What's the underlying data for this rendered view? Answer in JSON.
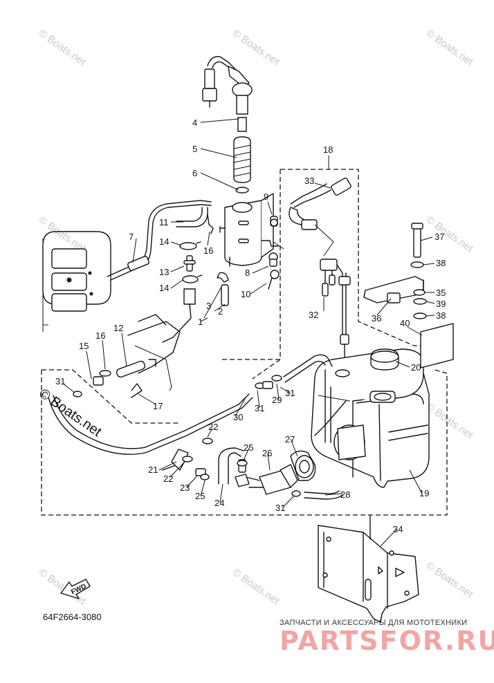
{
  "watermarks": [
    {
      "text": "© Boats.net",
      "angle": 35
    },
    {
      "text": "© Boats.net",
      "angle": 35
    },
    {
      "text": "© Boats.net",
      "angle": 35
    },
    {
      "text": "© Boats.net",
      "angle": 35
    },
    {
      "text": "© Boats.net",
      "angle": 35
    },
    {
      "text": "© Boats.net",
      "angle": 35
    },
    {
      "text": "© Boats.net",
      "angle": 35
    },
    {
      "text": "© Boats.net",
      "angle": 35
    }
  ],
  "watermark_main": "© Boats.net",
  "callouts": [
    "1",
    "2",
    "3",
    "4",
    "5",
    "6",
    "7",
    "8",
    "9",
    "10",
    "11",
    "12",
    "13",
    "14",
    "14",
    "15",
    "16",
    "16",
    "17",
    "18",
    "19",
    "20",
    "21",
    "22",
    "22",
    "23",
    "24",
    "25",
    "25",
    "26",
    "27",
    "28",
    "29",
    "30",
    "31",
    "31",
    "31",
    "31",
    "32",
    "33",
    "34",
    "35",
    "36",
    "37",
    "38",
    "38",
    "39",
    "40"
  ],
  "fwd_label": "FWD",
  "diagram_code": "64F2664-3080",
  "footer": {
    "subtitle": "ЗАПЧАСТИ И АКСЕССУАРЫ ДЛЯ МОТОТЕХНИКИ",
    "brand": "PARTSFOR.RU"
  },
  "colors": {
    "line": "#111111",
    "watermark": "#c8c8c8",
    "brand": "#f2a5a5"
  }
}
